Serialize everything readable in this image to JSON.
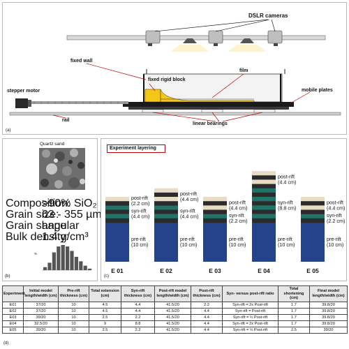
{
  "panel_a": {
    "letter": "(a)",
    "labels": {
      "dslr": "DSLR cameras",
      "fixed_wall": "fixed wall",
      "rigid_block": "fixed rigid block",
      "film": "film",
      "stepper": "stepper motor",
      "mobile_plates": "mobile plates",
      "rail": "rail",
      "linear_bearings": "linear bearings"
    },
    "colors": {
      "block": "#f5c518",
      "wedge": "#f5c518",
      "plate": "#1a1a1a"
    }
  },
  "panel_b": {
    "letter": "(b)",
    "title": "Quartz sand",
    "properties": [
      {
        "key": "Composition:",
        "value": ">90% SiO₂"
      },
      {
        "key": "Grain size:",
        "value": "63 - 355 µm"
      },
      {
        "key": "Grain shape",
        "value": "angular"
      },
      {
        "key": "Bulk density:",
        "value": "1.4 g/cm³"
      }
    ],
    "histogram": {
      "values": [
        2,
        5,
        12,
        16,
        17,
        16,
        13,
        9,
        6,
        3,
        1
      ],
      "ylabel": "%"
    }
  },
  "panel_c": {
    "letter": "(c)",
    "title": "Experiment layering",
    "colors": {
      "pre": "#24438a",
      "syn": "#1e7468",
      "post": "#e8dcc4",
      "dark": "#2b2b2b"
    },
    "experiments": [
      {
        "name": "E 01",
        "pre": "pre-rift (10 cm)",
        "syn": "syn-rift (4.4 cm)",
        "post": "post-rift (2.2 cm)"
      },
      {
        "name": "E 02",
        "pre": "pre-rift (10 cm)",
        "syn": "syn-rift (4.4 cm)",
        "post": "post-rift (4.4 cm)"
      },
      {
        "name": "E 03",
        "pre": "pre-rift (10 cm)",
        "syn": "syn-rift (2.2 cm)",
        "post": "post-rift (4.4 cm)"
      },
      {
        "name": "E 04",
        "pre": "pre-rift (10 cm)",
        "syn": "syn-rift (8.8 cm)",
        "post": "post-rift (4.4 cm)"
      },
      {
        "name": "E 05",
        "pre": "pre-rift (10 cm)",
        "syn": "syn-rift (2.2 cm)",
        "post": "post-rift (4.4 cm)"
      }
    ]
  },
  "panel_d": {
    "letter": "(d)",
    "headers": [
      "Experiment",
      "Initial model length/width (cm)",
      "Pre-rift thickness (cm)",
      "Total extension (cm)",
      "Syn-rift thickness (cm)",
      "Post-rift model length/width (cm)",
      "Post-rift thickness (cm)",
      "Syn- versus post-rift ratio",
      "Total shortening (cm)",
      "Final model length/width (cm)"
    ],
    "rows": [
      [
        "E01",
        "37/20",
        "10",
        "4.5",
        "4.4",
        "41.5/20",
        "2.2",
        "Syn-rift = 2x Post-rift",
        "1.7",
        "39.8/20"
      ],
      [
        "E02",
        "37/20",
        "10",
        "4.5",
        "4.4",
        "41.5/20",
        "4.4",
        "Syn-rift = Post-rift",
        "1.7",
        "39.8/20"
      ],
      [
        "E03",
        "39/20",
        "10",
        "2.5",
        "2.2",
        "41.5/20",
        "4.4",
        "Syn-rift = ½ Post-rift",
        "1.7",
        "39.8/20"
      ],
      [
        "E04",
        "32.5/20",
        "10",
        "9",
        "8.8",
        "41.5/20",
        "4.4",
        "Syn-rift = 2x Post-rift",
        "1.7",
        "39.8/20"
      ],
      [
        "E05",
        "39/20",
        "10",
        "2.5",
        "2.2",
        "41.5/20",
        "4.4",
        "Syn-rift = ½ Post-rift",
        "2.5",
        "39/20"
      ]
    ]
  }
}
